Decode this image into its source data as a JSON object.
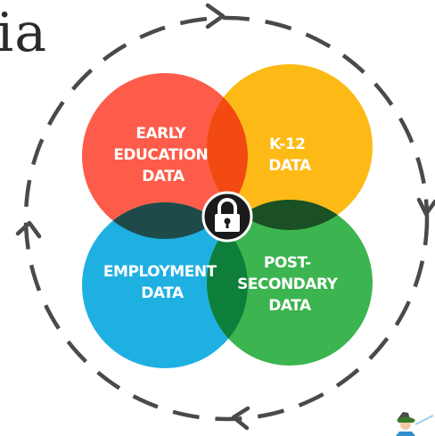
{
  "title_fragment": "ia",
  "segments": {
    "early_education": {
      "lines": [
        "EARLY",
        "EDUCATION",
        "DATA"
      ],
      "color": "#fd5c4a"
    },
    "k12": {
      "lines": [
        "K-12",
        "DATA"
      ],
      "color": "#fdba16"
    },
    "employment": {
      "lines": [
        "EMPLOYMENT",
        "DATA"
      ],
      "color": "#1fb0e2"
    },
    "postsecondary": {
      "lines": [
        "POST-",
        "SECONDARY",
        "DATA"
      ],
      "color": "#3cb44f"
    }
  },
  "center_icon": "padlock-icon",
  "cycle_arrows": "clockwise dashed circle with arrowheads",
  "corner_icon": "mascot-figure-icon"
}
